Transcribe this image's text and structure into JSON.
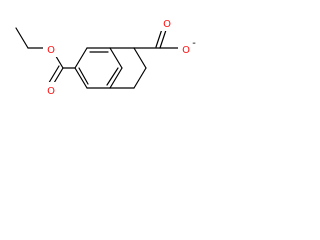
{
  "molecule": {
    "atoms": {
      "ester_carbonyl_o": {
        "symbol": "O",
        "color": "#ff0d0d"
      },
      "ester_single_o": {
        "symbol": "O",
        "color": "#ff0d0d"
      },
      "acid_carbonyl_o": {
        "symbol": "O",
        "color": "#ff0d0d"
      },
      "carboxylate_o": {
        "symbol": "O",
        "color": "#ff0d0d"
      }
    },
    "charge": "-",
    "bond_color": "#000000"
  }
}
